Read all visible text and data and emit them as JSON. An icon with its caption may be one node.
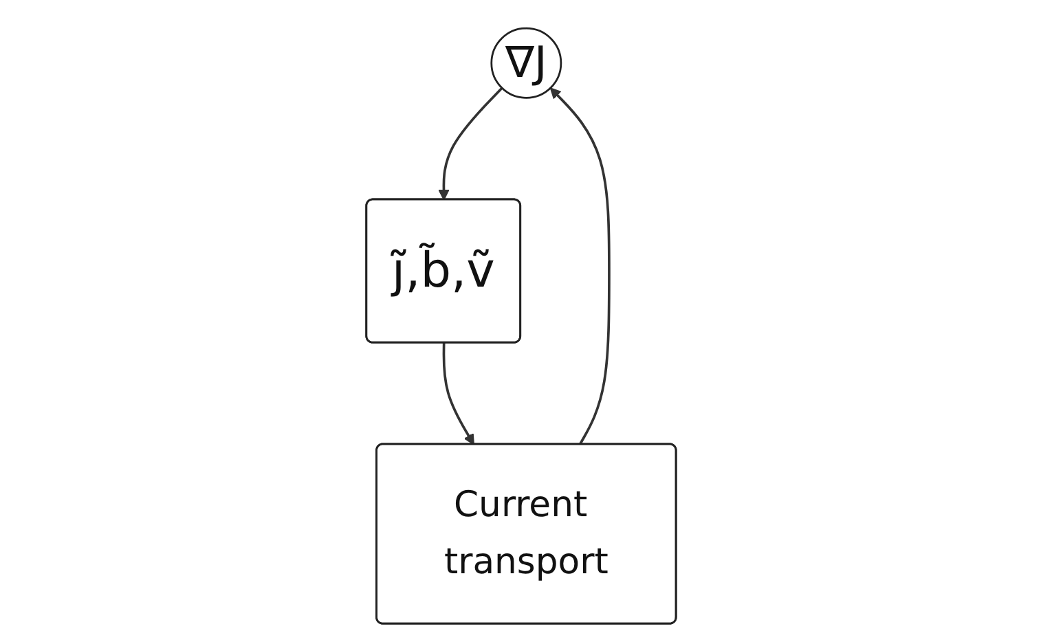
{
  "diagram": {
    "nodes": [
      {
        "text": [
          "∇J"
        ]
      },
      {
        "text": [
          "j̃,b̃,ṽ"
        ]
      },
      {
        "text": [
          "Current transport"
        ]
      }
    ],
    "edges": [
      {
        "from": 0,
        "to": 1,
        "arrow": "to"
      },
      {
        "from": 1,
        "to": 2,
        "arrow": "to"
      },
      {
        "from": 2,
        "to": 0,
        "arrow": "to"
      }
    ]
  }
}
